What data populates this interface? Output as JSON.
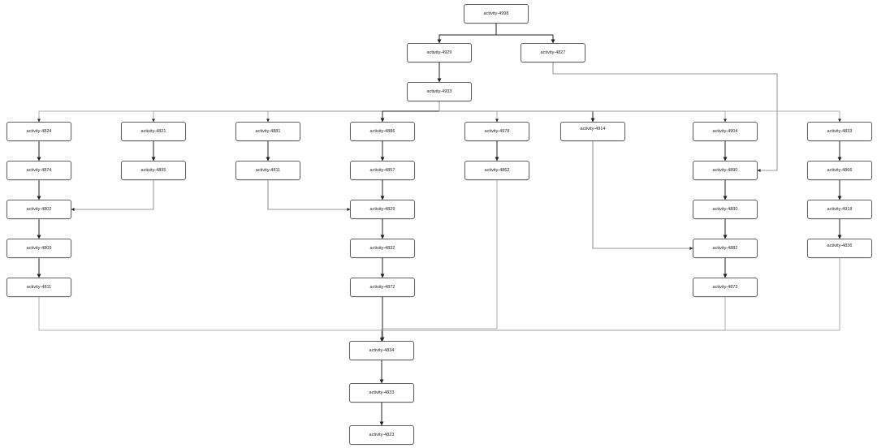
{
  "nodes": [
    {
      "id": "activity-4998",
      "label": "activity-4998"
    },
    {
      "id": "activity-4929",
      "label": "activity-4929"
    },
    {
      "id": "activity-4827",
      "label": "activity-4827"
    },
    {
      "id": "activity-4933",
      "label": "activity-4933"
    },
    {
      "id": "activity-4824",
      "label": "activity-4824"
    },
    {
      "id": "activity-4821",
      "label": "activity-4821"
    },
    {
      "id": "activity-4881",
      "label": "activity-4881"
    },
    {
      "id": "activity-4886",
      "label": "activity-4886"
    },
    {
      "id": "activity-4978",
      "label": "activity-4978"
    },
    {
      "id": "activity-4914",
      "label": "activity-4914"
    },
    {
      "id": "activity-4904",
      "label": "activity-4904"
    },
    {
      "id": "activity-4833",
      "label": "activity-4833"
    },
    {
      "id": "activity-4874",
      "label": "activity-4874"
    },
    {
      "id": "activity-4835",
      "label": "activity-4835"
    },
    {
      "id": "activity-4811",
      "label": "activity-4811"
    },
    {
      "id": "activity-4857",
      "label": "activity-4857"
    },
    {
      "id": "activity-4862",
      "label": "activity-4862"
    },
    {
      "id": "activity-4890",
      "label": "activity-4890"
    },
    {
      "id": "activity-4866",
      "label": "activity-4866"
    },
    {
      "id": "activity-4802",
      "label": "activity-4802"
    },
    {
      "id": "activity-4829",
      "label": "activity-4829"
    },
    {
      "id": "activity-4830",
      "label": "activity-4830"
    },
    {
      "id": "activity-4918",
      "label": "activity-4918"
    },
    {
      "id": "activity-4809",
      "label": "activity-4809"
    },
    {
      "id": "activity-4832",
      "label": "activity-4832"
    },
    {
      "id": "activity-4882",
      "label": "activity-4882"
    },
    {
      "id": "activity-4836",
      "label": "activity-4836"
    },
    {
      "id": "activity-4811b",
      "label": "activity-4811"
    },
    {
      "id": "activity-4872",
      "label": "activity-4872"
    },
    {
      "id": "activity-4873",
      "label": "activity-4873"
    },
    {
      "id": "activity-4834",
      "label": "activity-4834"
    },
    {
      "id": "activity-4833b",
      "label": "activity-4833"
    },
    {
      "id": "activity-4823",
      "label": "activity-4823"
    }
  ],
  "edges": [
    {
      "from": "activity-4998",
      "to": "activity-4929"
    },
    {
      "from": "activity-4998",
      "to": "activity-4827"
    },
    {
      "from": "activity-4929",
      "to": "activity-4933"
    },
    {
      "from": "activity-4827",
      "to": "activity-4890"
    },
    {
      "from": "activity-4933",
      "to": "activity-4824"
    },
    {
      "from": "activity-4933",
      "to": "activity-4821"
    },
    {
      "from": "activity-4933",
      "to": "activity-4881"
    },
    {
      "from": "activity-4933",
      "to": "activity-4886"
    },
    {
      "from": "activity-4933",
      "to": "activity-4978"
    },
    {
      "from": "activity-4933",
      "to": "activity-4914"
    },
    {
      "from": "activity-4933",
      "to": "activity-4904"
    },
    {
      "from": "activity-4933",
      "to": "activity-4833"
    },
    {
      "from": "activity-4824",
      "to": "activity-4874"
    },
    {
      "from": "activity-4821",
      "to": "activity-4835"
    },
    {
      "from": "activity-4881",
      "to": "activity-4811"
    },
    {
      "from": "activity-4886",
      "to": "activity-4857"
    },
    {
      "from": "activity-4978",
      "to": "activity-4862"
    },
    {
      "from": "activity-4904",
      "to": "activity-4890"
    },
    {
      "from": "activity-4833",
      "to": "activity-4866"
    },
    {
      "from": "activity-4874",
      "to": "activity-4802"
    },
    {
      "from": "activity-4835",
      "to": "activity-4802"
    },
    {
      "from": "activity-4811",
      "to": "activity-4829"
    },
    {
      "from": "activity-4857",
      "to": "activity-4829"
    },
    {
      "from": "activity-4890",
      "to": "activity-4830"
    },
    {
      "from": "activity-4866",
      "to": "activity-4918"
    },
    {
      "from": "activity-4802",
      "to": "activity-4809"
    },
    {
      "from": "activity-4829",
      "to": "activity-4832"
    },
    {
      "from": "activity-4830",
      "to": "activity-4882"
    },
    {
      "from": "activity-4914",
      "to": "activity-4882"
    },
    {
      "from": "activity-4918",
      "to": "activity-4836"
    },
    {
      "from": "activity-4809",
      "to": "activity-4811b"
    },
    {
      "from": "activity-4832",
      "to": "activity-4872"
    },
    {
      "from": "activity-4882",
      "to": "activity-4873"
    },
    {
      "from": "activity-4811b",
      "to": "activity-4834"
    },
    {
      "from": "activity-4872",
      "to": "activity-4834"
    },
    {
      "from": "activity-4862",
      "to": "activity-4834"
    },
    {
      "from": "activity-4873",
      "to": "activity-4834"
    },
    {
      "from": "activity-4836",
      "to": "activity-4834"
    },
    {
      "from": "activity-4834",
      "to": "activity-4833b"
    },
    {
      "from": "activity-4833b",
      "to": "activity-4823"
    }
  ]
}
